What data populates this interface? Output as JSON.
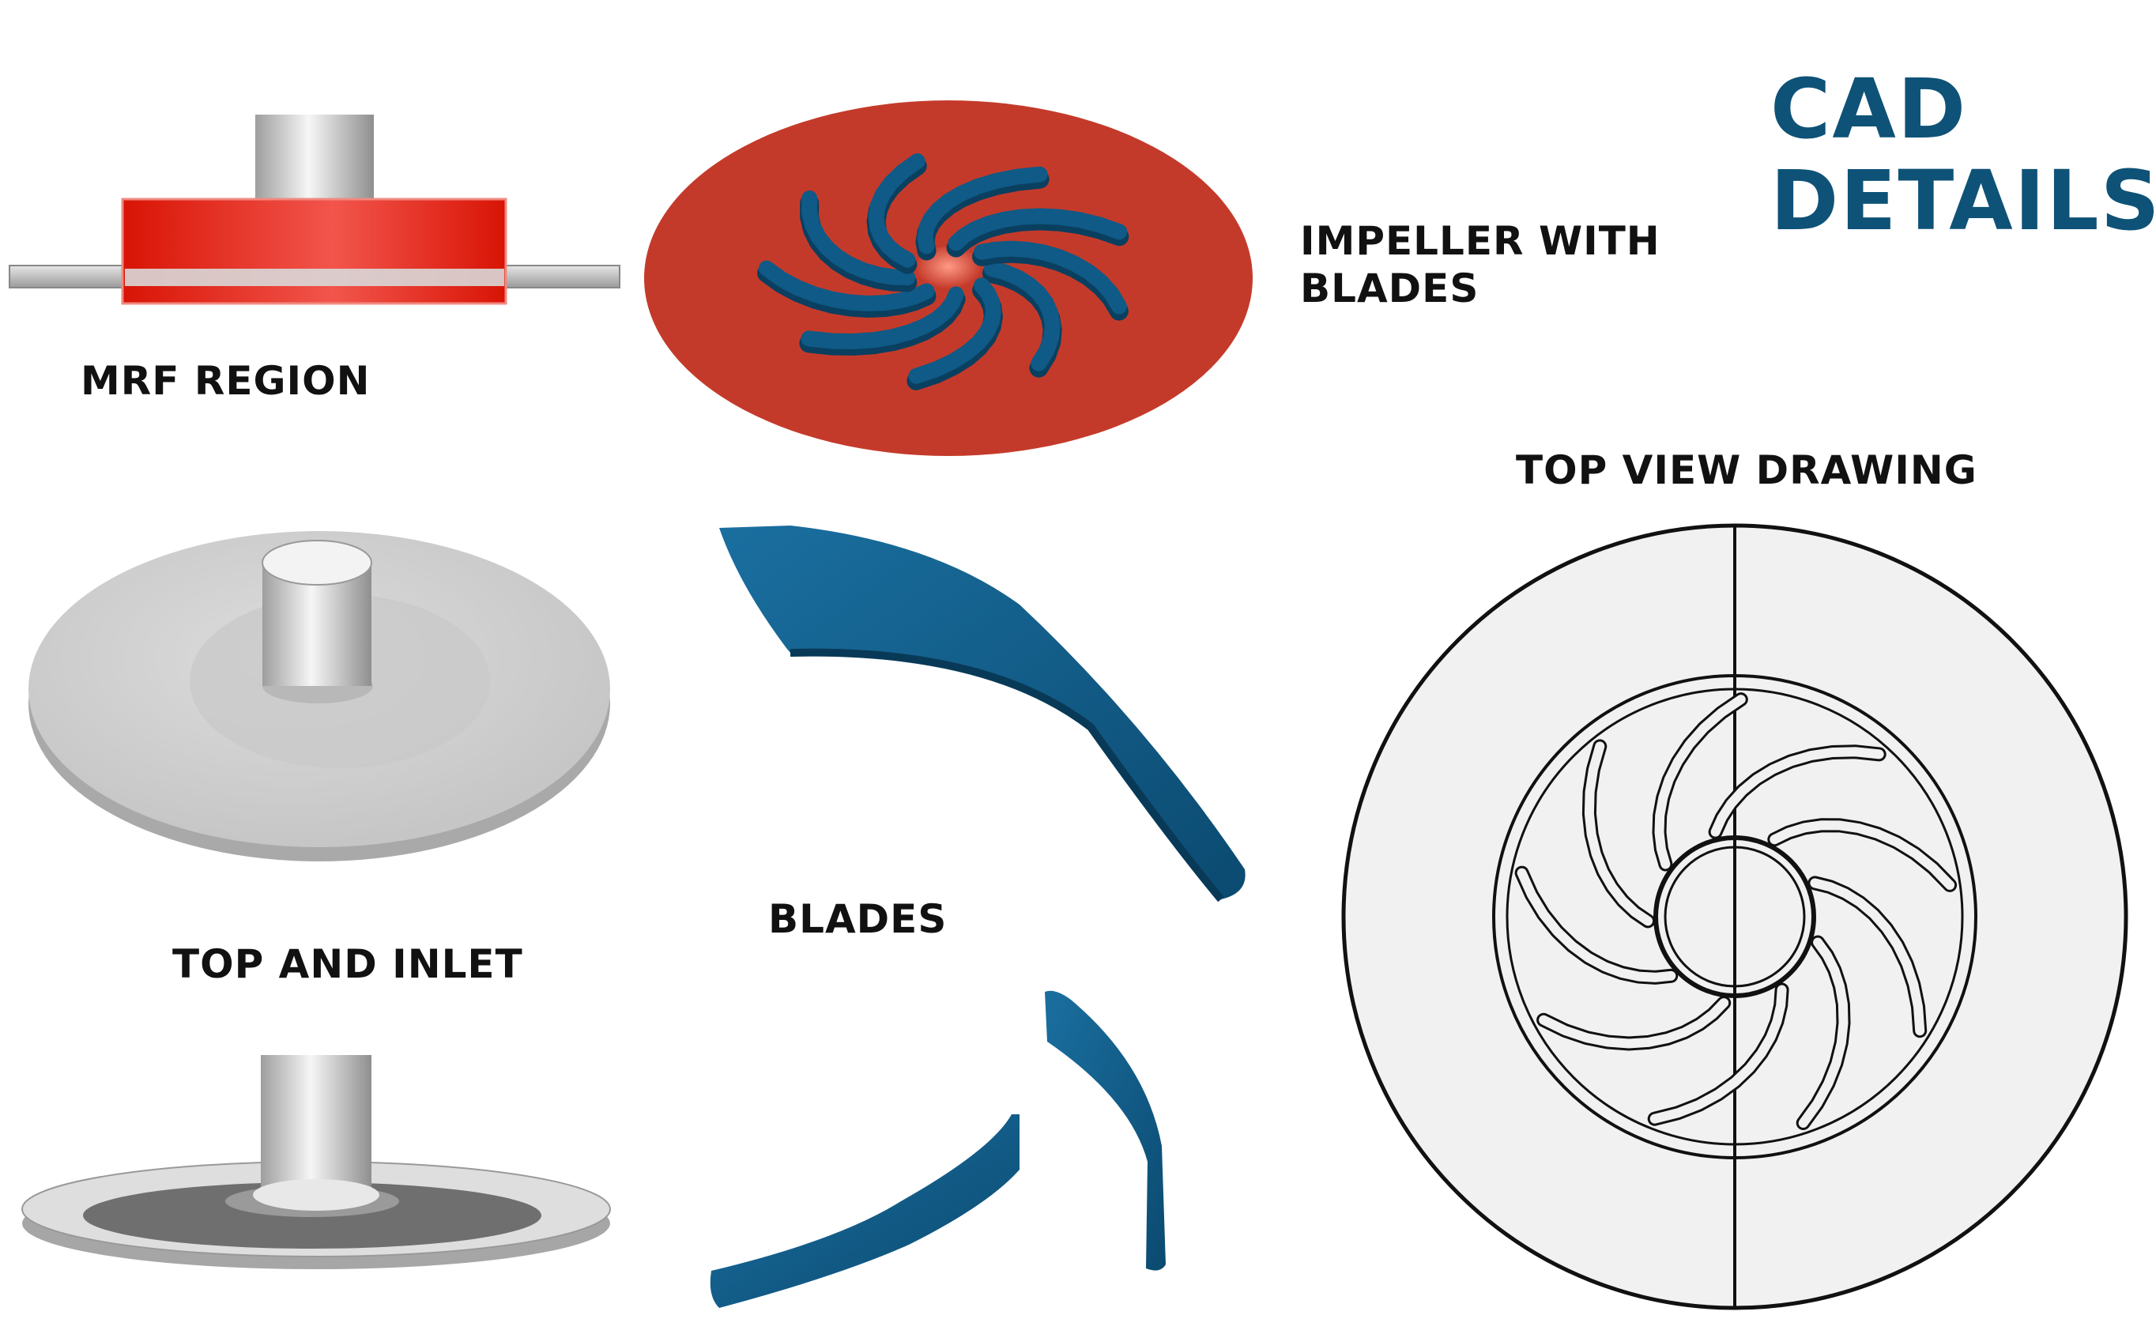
{
  "title": {
    "line1": "CAD",
    "line2": "DETAILS"
  },
  "labels": {
    "mrf_region": "MRF REGION",
    "impeller_line1": "IMPELLER WITH",
    "impeller_line2": "BLADES",
    "top_view": "TOP VIEW DRAWING",
    "blades": "BLADES",
    "top_and_inlet": "TOP AND INLET"
  },
  "colors": {
    "title": "#0e5277",
    "mrf_red": "#e31b0b",
    "impeller_disc": "#c43a2a",
    "blade_blue": "#0f5a86",
    "part_grey": "#c8c8c8",
    "drawing_fill": "#f1f1f1"
  }
}
